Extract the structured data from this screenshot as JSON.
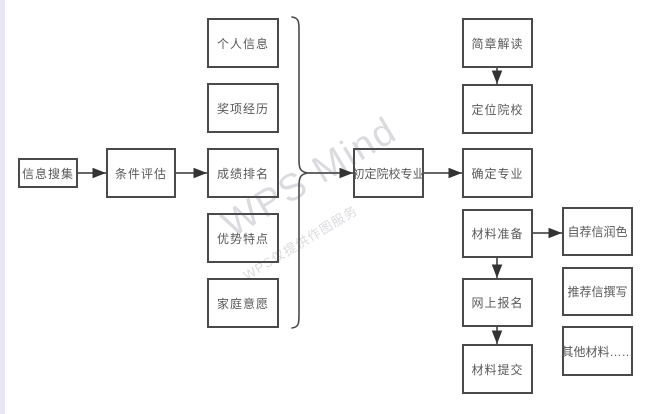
{
  "watermark": {
    "title": "WPS Mind",
    "subtitle": "WPS仅提供作图服务"
  },
  "flowchart": {
    "nodes": {
      "info_collection": {
        "label": "信息搜集"
      },
      "condition_evaluation": {
        "label": "条件评估"
      },
      "personal_info": {
        "label": "个人信息"
      },
      "award_experience": {
        "label": "奖项经历"
      },
      "grade_ranking": {
        "label": "成绩排名"
      },
      "strength_traits": {
        "label": "优势特点"
      },
      "family_wishes": {
        "label": "家庭意愿"
      },
      "initial_school_major": {
        "label": "初定院校专业"
      },
      "brochure_reading": {
        "label": "简章解读"
      },
      "school_positioning": {
        "label": "定位院校"
      },
      "major_confirmation": {
        "label": "确定专业"
      },
      "material_preparation": {
        "label": "材料准备"
      },
      "online_registration": {
        "label": "网上报名"
      },
      "material_submission": {
        "label": "材料提交"
      },
      "self_recommendation_polish": {
        "label": "自荐信润色"
      },
      "recommendation_writing": {
        "label": "推荐信撰写"
      },
      "other_materials": {
        "label": "其他材料……"
      }
    },
    "edges": [
      {
        "from": "info_collection",
        "to": "condition_evaluation"
      },
      {
        "from": "condition_evaluation",
        "to": "grade_ranking"
      },
      {
        "from": "grouping_brace",
        "to": "initial_school_major"
      },
      {
        "from": "initial_school_major",
        "to": "major_confirmation"
      },
      {
        "from": "brochure_reading",
        "to": "school_positioning"
      },
      {
        "from": "material_preparation",
        "to": "online_registration"
      },
      {
        "from": "online_registration",
        "to": "material_submission"
      },
      {
        "from": "material_preparation",
        "to": "self_recommendation_polish"
      }
    ],
    "brace_groups": [
      {
        "members": [
          "personal_info",
          "award_experience",
          "grade_ranking",
          "strength_traits",
          "family_wishes"
        ],
        "points_to": "initial_school_major"
      }
    ],
    "colors": {
      "node_border": "#4a4a4a",
      "node_text": "#595959",
      "arrow": "#333333",
      "left_strip": "#e7e7f2",
      "background": "#ffffff"
    }
  }
}
